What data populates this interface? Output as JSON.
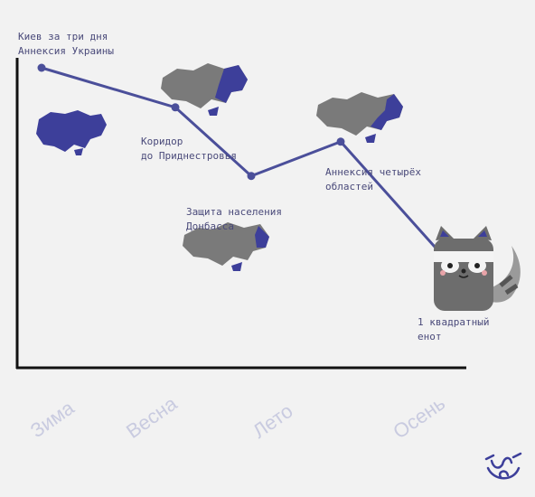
{
  "chart_data": {
    "type": "line",
    "categories": [
      "Зима",
      "Весна",
      "Лето",
      "Осень"
    ],
    "points": [
      {
        "label": [
          "Киев за три дня",
          "Аннексия Украины"
        ],
        "value": 100
      },
      {
        "label": [
          "Коридор",
          "до Приднестровья"
        ],
        "value": 85
      },
      {
        "label": [
          "Защита населения",
          "Донбасса"
        ],
        "value": 59
      },
      {
        "label": [
          "Аннексия четырёх",
          "областей"
        ],
        "value": 72
      },
      {
        "label": [
          "1 квадратный",
          "енот"
        ],
        "value": 13
      }
    ],
    "legend": "none",
    "grid": false
  },
  "colors": {
    "line": "#4b4f9a",
    "axis": "#111111",
    "map_grey": "#7a7a7a",
    "map_blue": "#3d3f9a",
    "season_label": "#c9cbe0",
    "raccoon_body": "#6d6d6d"
  },
  "icons": [
    "ukraine-map-icon",
    "raccoon-icon",
    "signature-logo-icon"
  ]
}
